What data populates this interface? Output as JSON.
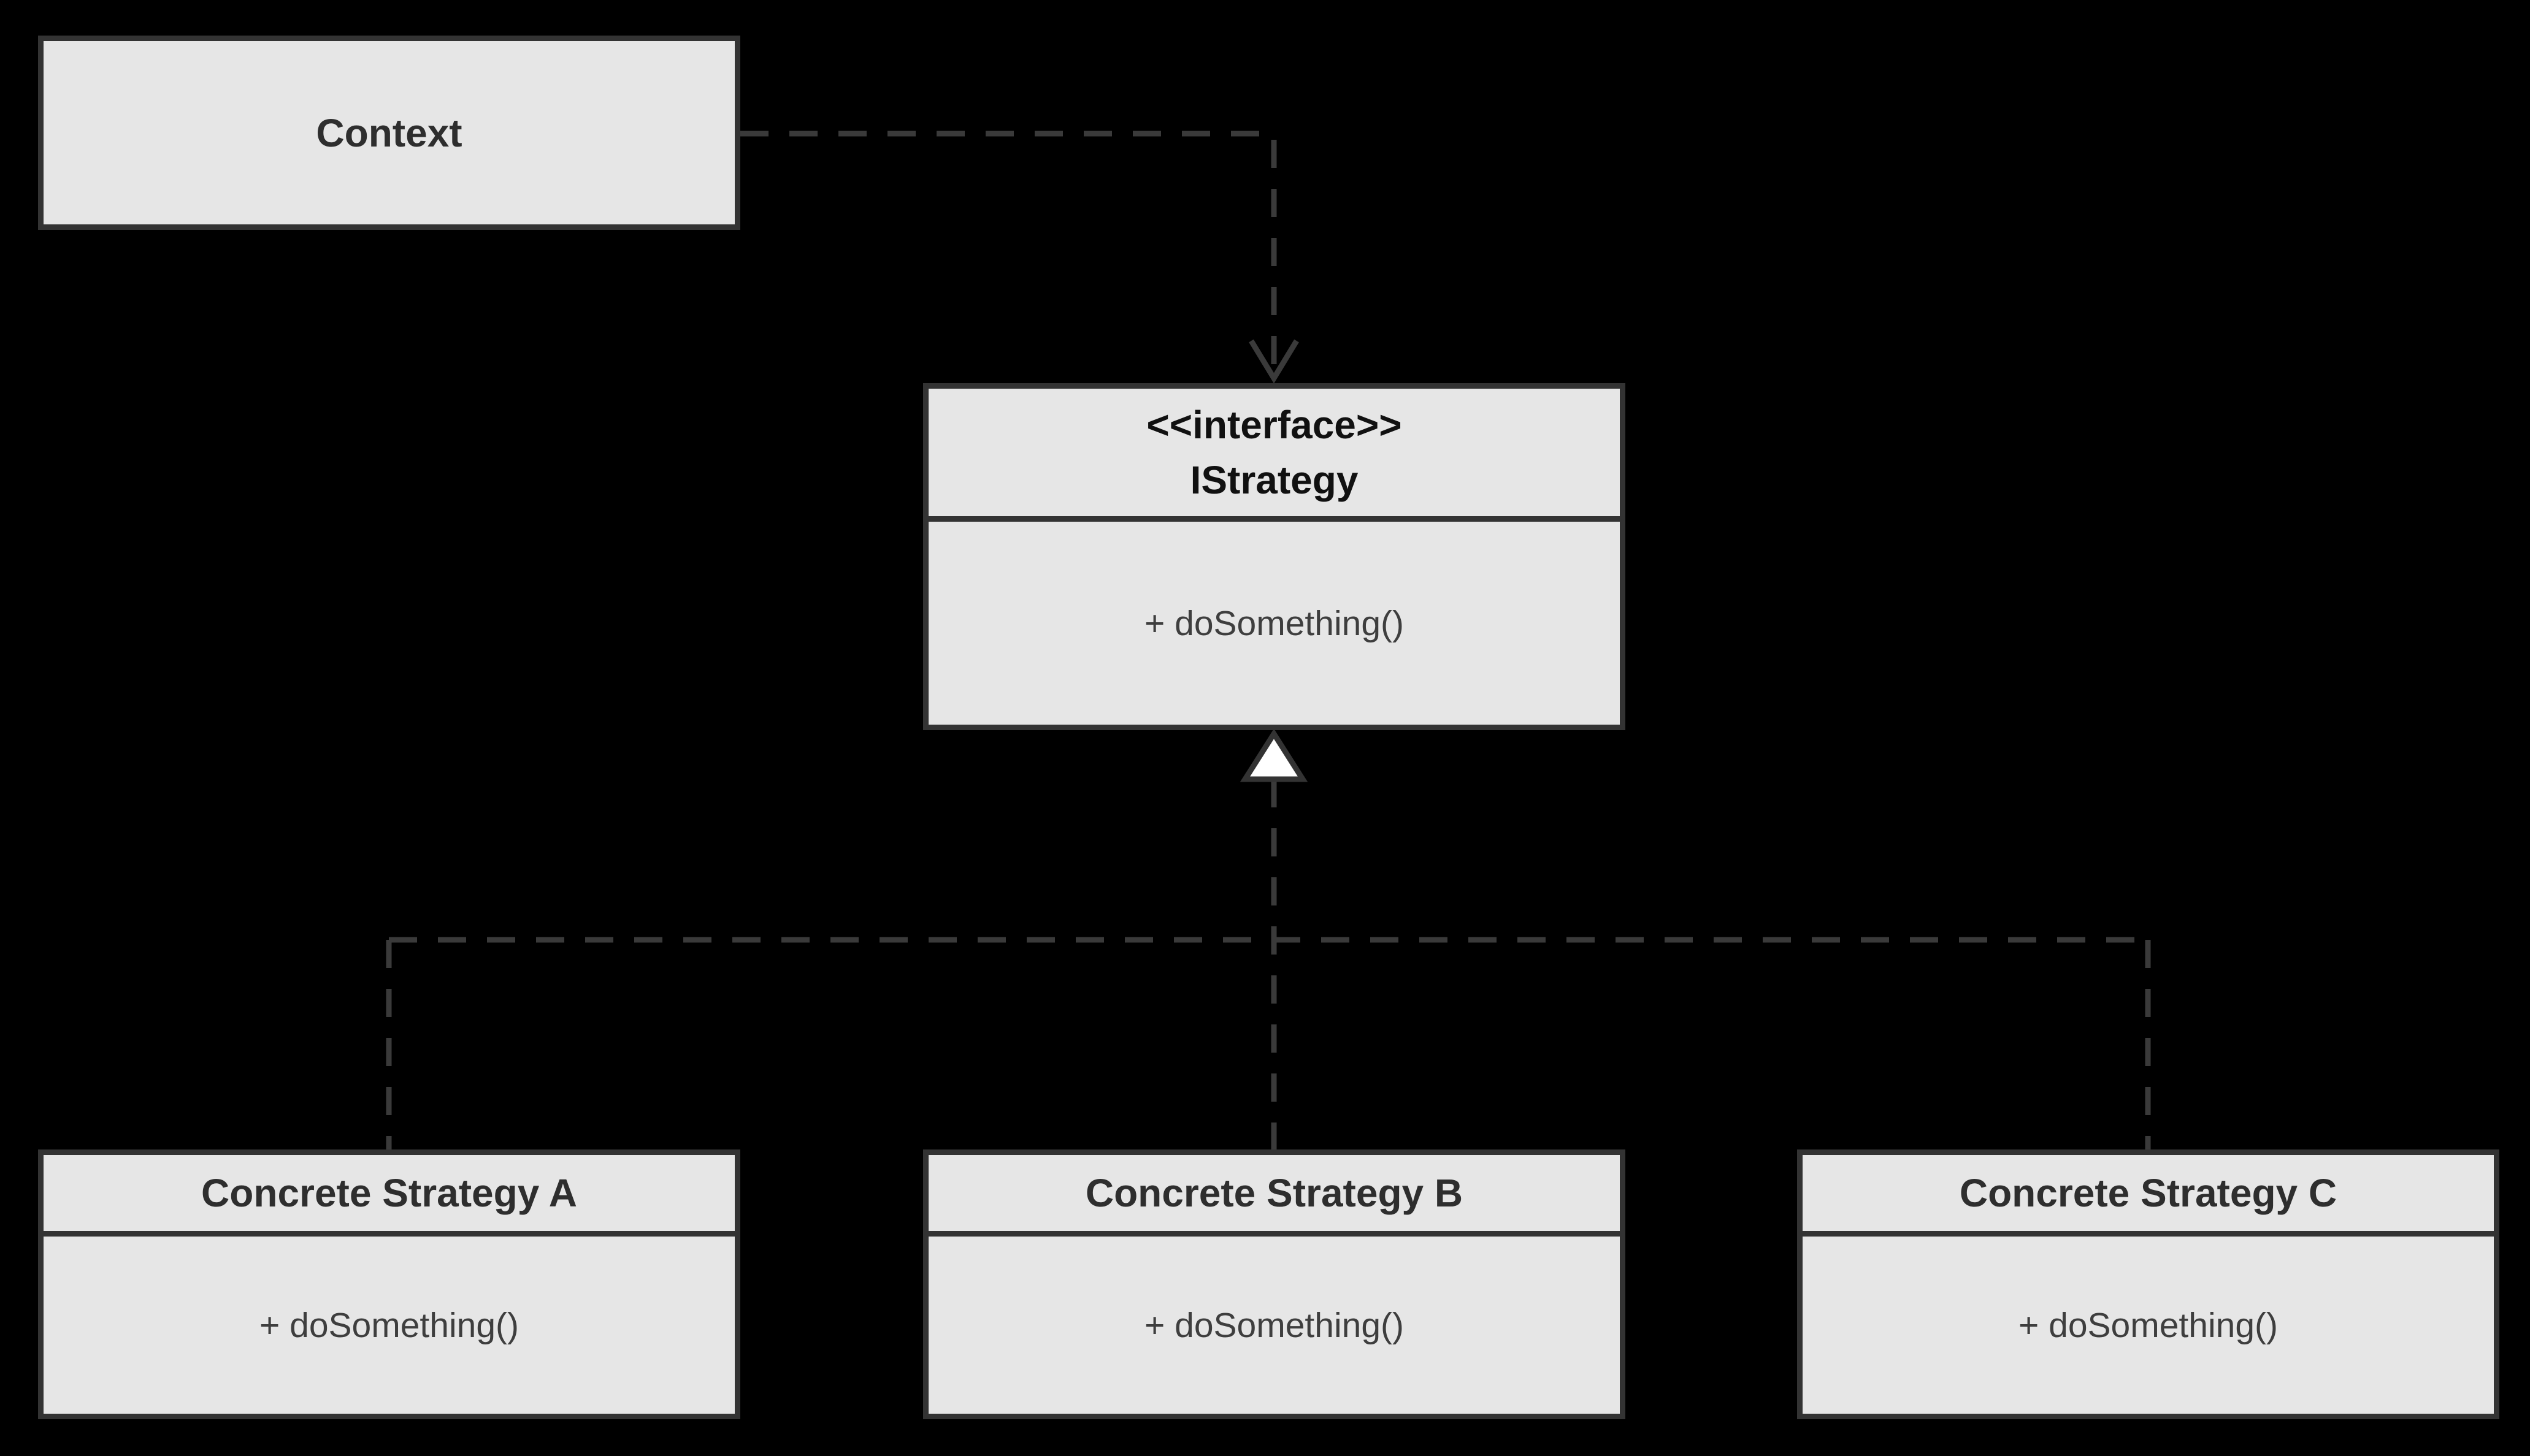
{
  "classes": {
    "context": {
      "name": "Context"
    },
    "istrategy": {
      "stereotype": "<<interface>>",
      "name": "IStrategy",
      "methods": [
        "+ doSomething()"
      ]
    },
    "concrete_a": {
      "name": "Concrete Strategy A",
      "methods": [
        "+ doSomething()"
      ]
    },
    "concrete_b": {
      "name": "Concrete Strategy B",
      "methods": [
        "+ doSomething()"
      ]
    },
    "concrete_c": {
      "name": "Concrete Strategy C",
      "methods": [
        "+ doSomething()"
      ]
    }
  },
  "relationships": [
    {
      "from": "Context",
      "to": "IStrategy",
      "type": "dependency",
      "line": "dashed",
      "arrowhead": "open"
    },
    {
      "from": "Concrete Strategy A",
      "to": "IStrategy",
      "type": "realization",
      "line": "dashed",
      "arrowhead": "hollow-triangle"
    },
    {
      "from": "Concrete Strategy B",
      "to": "IStrategy",
      "type": "realization",
      "line": "dashed",
      "arrowhead": "hollow-triangle"
    },
    {
      "from": "Concrete Strategy C",
      "to": "IStrategy",
      "type": "realization",
      "line": "dashed",
      "arrowhead": "hollow-triangle"
    }
  ],
  "colors": {
    "background": "#000000",
    "node-fill": "#e6e6e6",
    "node-border": "#333333",
    "connector": "#3a3a3a",
    "triangle-fill": "#ffffff",
    "title-text": "#2e2e2e",
    "interface-title-text": "#111111",
    "method-text": "#3e3e3e"
  }
}
